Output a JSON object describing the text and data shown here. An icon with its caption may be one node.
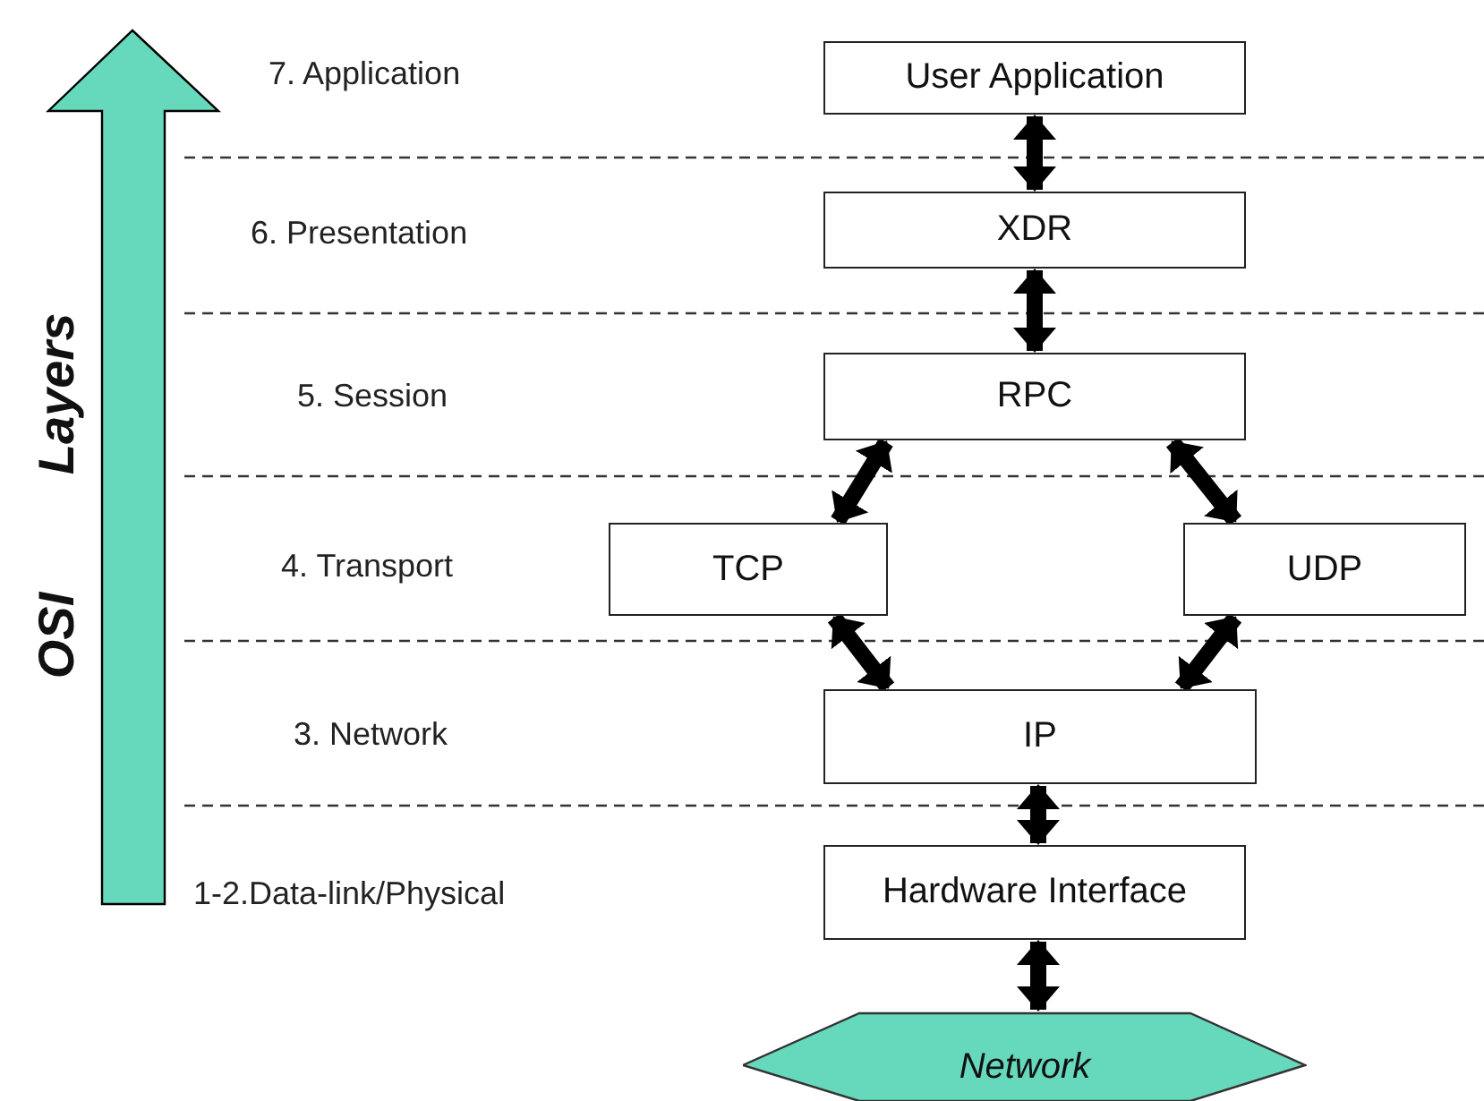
{
  "diagram": {
    "nodes": [
      {
        "text": [
          "User Application"
        ]
      },
      {
        "text": [
          "XDR"
        ]
      },
      {
        "text": [
          "RPC"
        ]
      },
      {
        "text": [
          "TCP"
        ]
      },
      {
        "text": [
          "UDP"
        ]
      },
      {
        "text": [
          "IP"
        ]
      },
      {
        "text": [
          "Hardware Interface"
        ]
      },
      {
        "text": [
          "Network"
        ]
      }
    ],
    "edges": [
      {
        "from": 0,
        "to": 1,
        "arrow": "both"
      },
      {
        "from": 1,
        "to": 2,
        "arrow": "both"
      },
      {
        "from": 2,
        "to": 3,
        "arrow": "both"
      },
      {
        "from": 2,
        "to": 4,
        "arrow": "both"
      },
      {
        "from": 3,
        "to": 5,
        "arrow": "both"
      },
      {
        "from": 4,
        "to": 5,
        "arrow": "both"
      },
      {
        "from": 5,
        "to": 6,
        "arrow": "both"
      },
      {
        "from": 6,
        "to": 7,
        "arrow": "both"
      }
    ],
    "labels": [
      "7. Application",
      "6. Presentation",
      "5. Session",
      "4. Transport",
      "3. Network",
      "1-2.Data-link/Physical",
      "OSI",
      "Layers"
    ]
  }
}
